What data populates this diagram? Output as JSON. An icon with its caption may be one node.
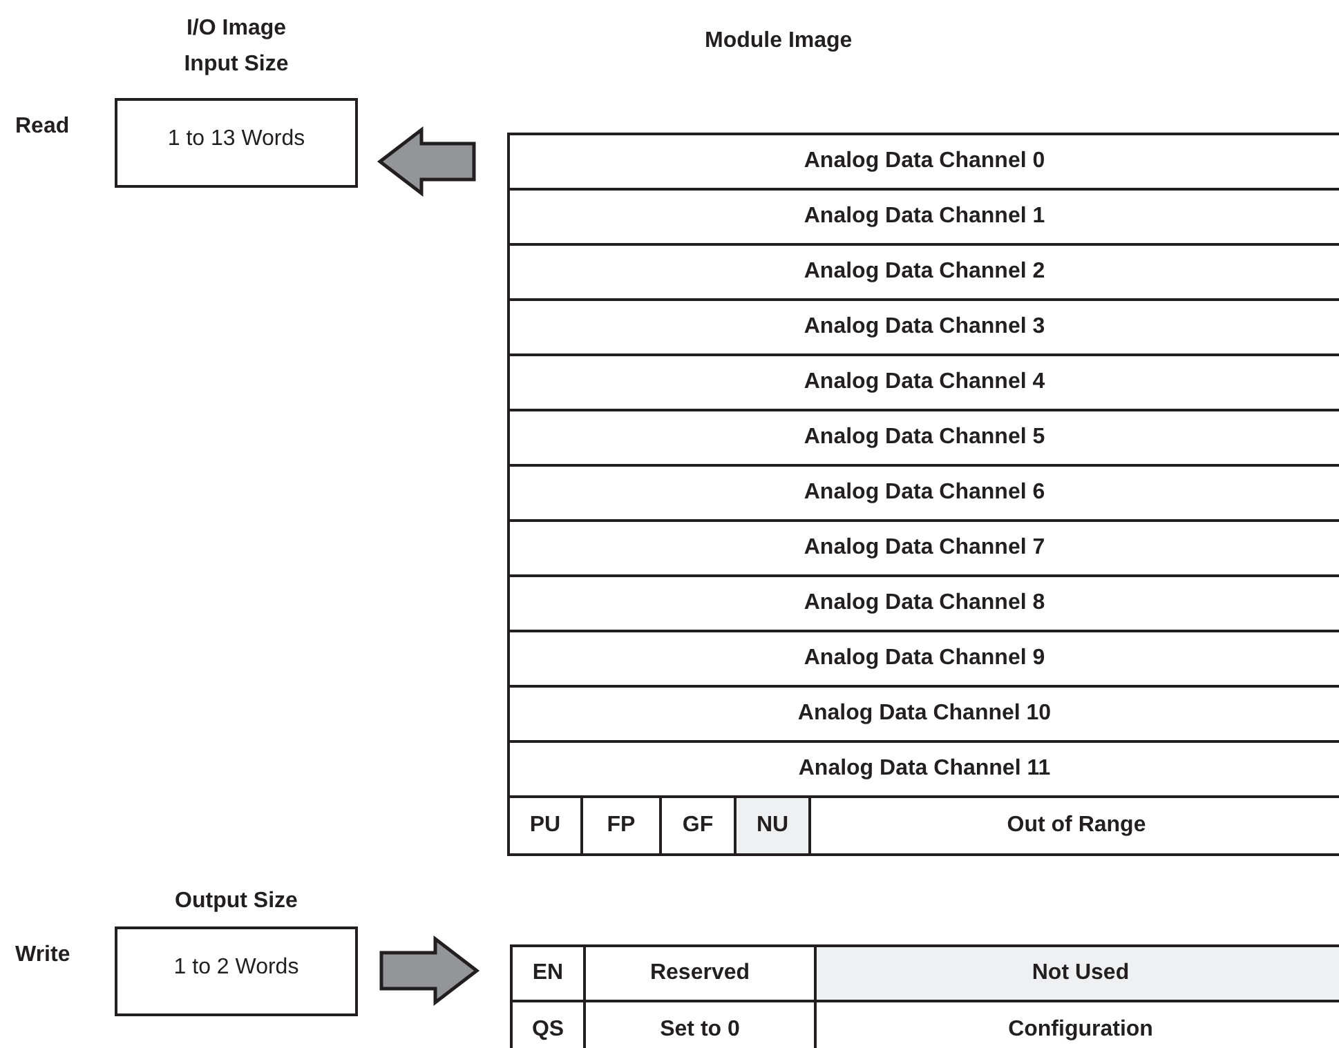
{
  "diagram": {
    "nodes": [
      {
        "text": [
          "I/O Image Input Size",
          "1 to 13 Words"
        ],
        "beside": [
          "Read"
        ]
      },
      {
        "text": [
          "Module Image"
        ]
      },
      {
        "text": [
          "Analog Data Channel 0"
        ],
        "in": 1
      },
      {
        "text": [
          "Analog Data Channel 1"
        ],
        "in": 1
      },
      {
        "text": [
          "Analog Data Channel 2"
        ],
        "in": 1
      },
      {
        "text": [
          "Analog Data Channel 3"
        ],
        "in": 1
      },
      {
        "text": [
          "Analog Data Channel 4"
        ],
        "in": 1
      },
      {
        "text": [
          "Analog Data Channel 5"
        ],
        "in": 1
      },
      {
        "text": [
          "Analog Data Channel 6"
        ],
        "in": 1
      },
      {
        "text": [
          "Analog Data Channel 7"
        ],
        "in": 1
      },
      {
        "text": [
          "Analog Data Channel 8"
        ],
        "in": 1
      },
      {
        "text": [
          "Analog Data Channel 9"
        ],
        "in": 1
      },
      {
        "text": [
          "Analog Data Channel 10"
        ],
        "in": 1
      },
      {
        "text": [
          "Analog Data Channel 11"
        ],
        "in": 1
      },
      {
        "text": [
          "PU"
        ],
        "in": 1
      },
      {
        "text": [
          "FP"
        ],
        "in": 1
      },
      {
        "text": [
          "GF"
        ],
        "in": 1
      },
      {
        "text": [
          "NU"
        ],
        "in": 1
      },
      {
        "text": [
          "Out of Range"
        ],
        "in": 1
      },
      {
        "text": [
          "Output Size",
          "1 to 2 Words"
        ],
        "beside": [
          "Write"
        ]
      },
      {
        "text": [],
        "shape": "box"
      },
      {
        "text": [
          "EN"
        ],
        "in": 20
      },
      {
        "text": [
          "Reserved"
        ],
        "in": 20
      },
      {
        "text": [
          "Not Used"
        ],
        "in": 20
      },
      {
        "text": [
          "QS"
        ],
        "in": 20
      },
      {
        "text": [
          "Set to 0"
        ],
        "in": 20
      },
      {
        "text": [
          "Configuration"
        ],
        "in": 20
      }
    ],
    "edges": [
      {
        "from": 1,
        "to": 0,
        "arrow": "to",
        "style": "thick"
      },
      {
        "from": 19,
        "to": 20,
        "arrow": "to",
        "style": "thick"
      }
    ]
  }
}
